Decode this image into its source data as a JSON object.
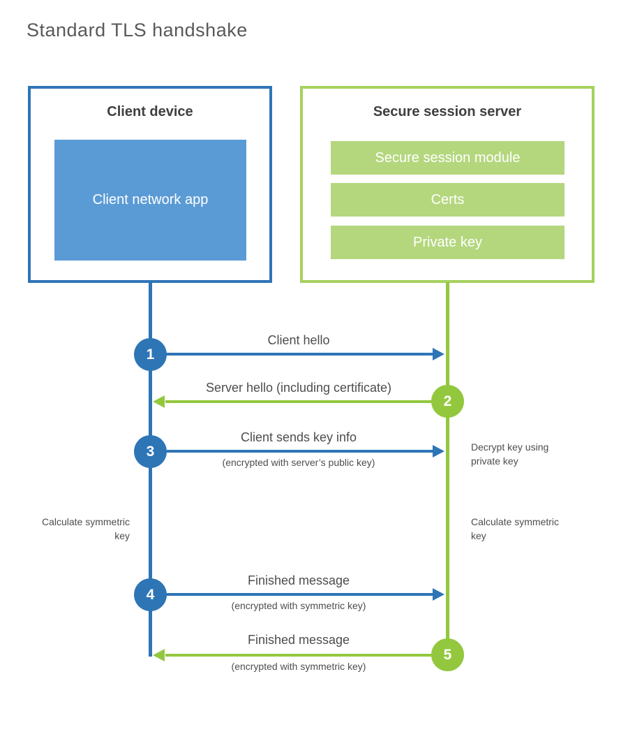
{
  "title": "Standard TLS handshake",
  "client": {
    "title": "Client device",
    "app_label": "Client network app"
  },
  "server": {
    "title": "Secure session server",
    "modules": [
      "Secure session module",
      "Certs",
      "Private key"
    ]
  },
  "steps": [
    {
      "num": "1",
      "direction": "client-to-server",
      "label": "Client hello",
      "sublabel": ""
    },
    {
      "num": "2",
      "direction": "server-to-client",
      "label": "Server hello (including certificate)",
      "sublabel": ""
    },
    {
      "num": "3",
      "direction": "client-to-server",
      "label": "Client sends key info",
      "sublabel": "(encrypted with server’s public key)"
    },
    {
      "num": "4",
      "direction": "client-to-server",
      "label": "Finished message",
      "sublabel": "(encrypted with symmetric key)"
    },
    {
      "num": "5",
      "direction": "server-to-client",
      "label": "Finished message",
      "sublabel": "(encrypted with symmetric key)"
    }
  ],
  "notes": {
    "decrypt": "Decrypt key using private key",
    "calc_left": "Calculate symmetric key",
    "calc_right": "Calculate symmetric key"
  },
  "colors": {
    "client_primary": "#2e75b6",
    "client_fill": "#5b9bd5",
    "server_primary": "#93c83e",
    "server_border": "#a5d15e",
    "server_bar_fill": "#b4d77e",
    "text_dark": "#3f3f3f",
    "text_gray": "#4d4d4d",
    "title_gray": "#595959"
  }
}
